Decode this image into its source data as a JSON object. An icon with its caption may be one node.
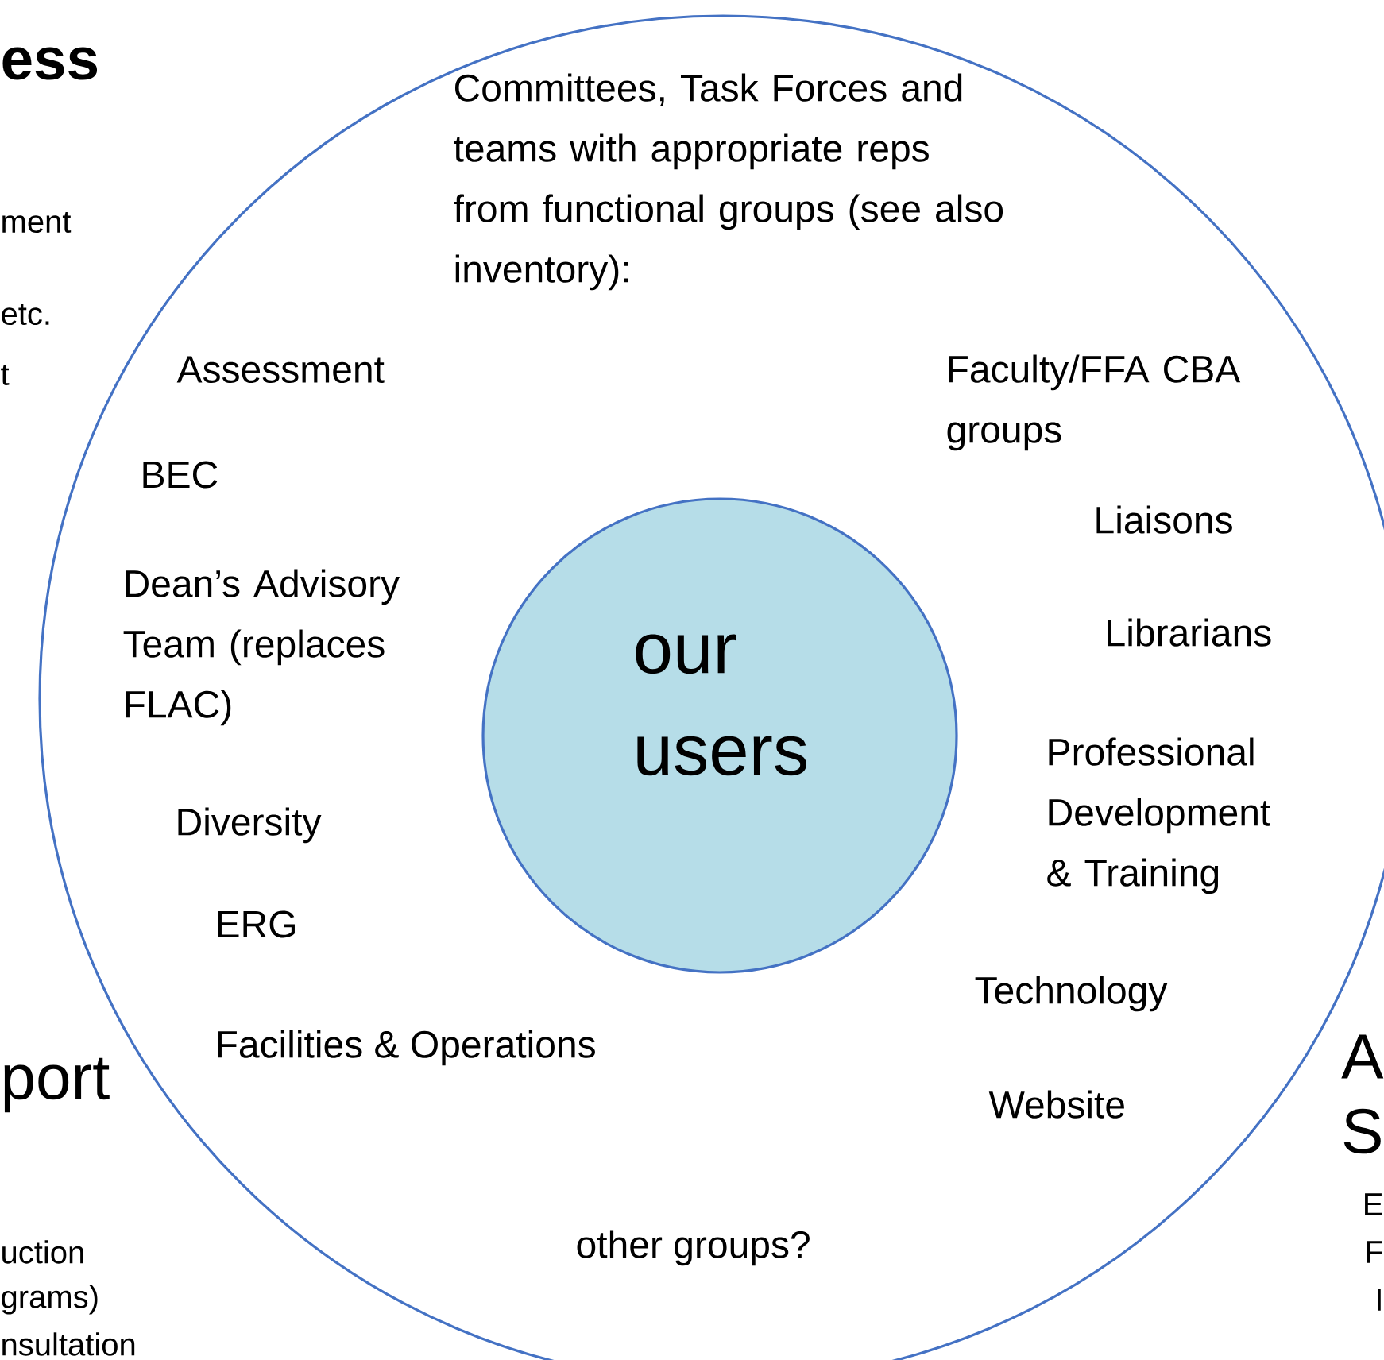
{
  "diagram": {
    "nodes": [
      {
        "text": [
          "Committees, Task Forces and teams with appropriate reps from functional groups (see also inventory):",
          "Assessment",
          "Faculty/FFA CBA groups",
          "BEC",
          "Liaisons",
          "Dean’s Advisory Team (replaces FLAC)",
          "Librarians",
          "Professional Development & Training",
          "Diversity",
          "ERG",
          "Technology",
          "Facilities & Operations",
          "Website",
          "other groups?"
        ]
      },
      {
        "text": [
          "our users"
        ],
        "in": 0
      }
    ],
    "labels": [
      "ess",
      "ment",
      "etc.",
      "t",
      "port",
      "uction",
      "grams)",
      "nsultation",
      "A",
      "S",
      "E",
      "F",
      "I"
    ]
  }
}
